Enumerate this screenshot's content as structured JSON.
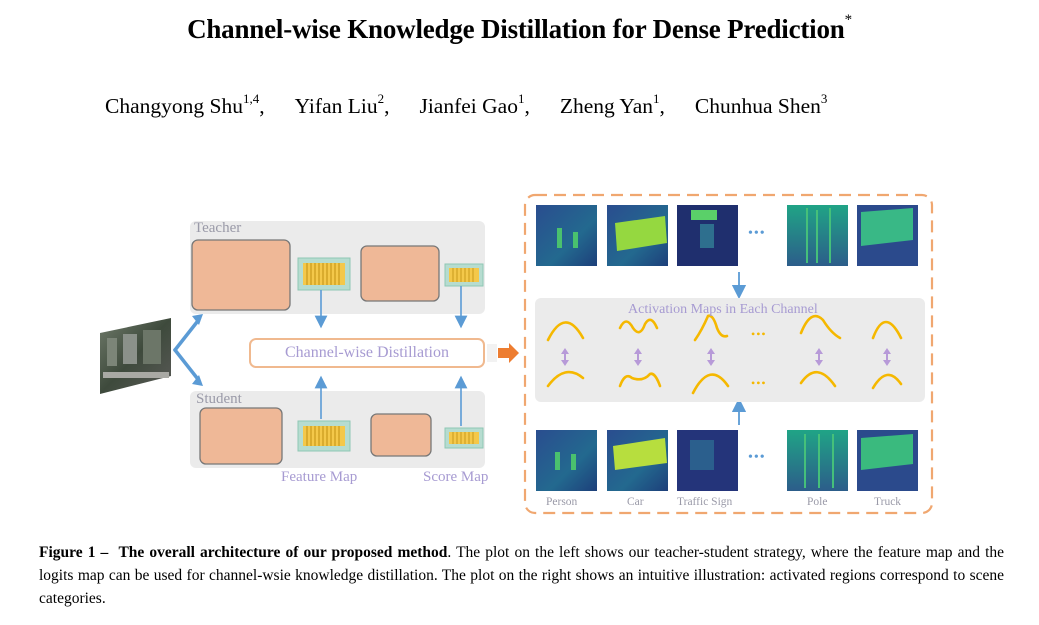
{
  "paper": {
    "title": "Channel-wise Knowledge Distillation for Dense Prediction",
    "title_mark": "*",
    "authors": [
      {
        "name": "Changyong Shu",
        "sup": "1,4",
        "sep": ","
      },
      {
        "name": "Yifan Liu",
        "sup": "2",
        "sep": ","
      },
      {
        "name": "Jianfei Gao",
        "sup": "1",
        "sep": ","
      },
      {
        "name": "Zheng Yan",
        "sup": "1",
        "sep": ","
      },
      {
        "name": "Chunhua Shen",
        "sup": "3",
        "sep": ""
      }
    ]
  },
  "figure": {
    "teacher_label": "Teacher",
    "student_label": "Student",
    "distillation_label": "Channel-wise Distillation",
    "feature_map_label": "Feature Map",
    "score_map_label": "Score Map",
    "activation_label": "Activation Maps in Each Channel",
    "ellipsis": "•••",
    "categories": [
      "Person",
      "Car",
      "Traffic Sign",
      "Pole",
      "Truck"
    ],
    "colors": {
      "block": "#efb897",
      "panel": "#ebebeb",
      "arrow_blue": "#5b9bd5",
      "arrow_orange": "#ed7d31",
      "curve": "#f5b800",
      "dashed": "#f0a770"
    }
  },
  "caption": {
    "label": "Figure 1 –",
    "bold_text": "The overall architecture of our proposed method",
    "text": ". The plot on the left shows our teacher-student strategy, where the feature map and the logits map can be used for channel-wsie knowledge distillation. The plot on the right shows an intuitive illustration: activated regions correspond to scene categories."
  }
}
